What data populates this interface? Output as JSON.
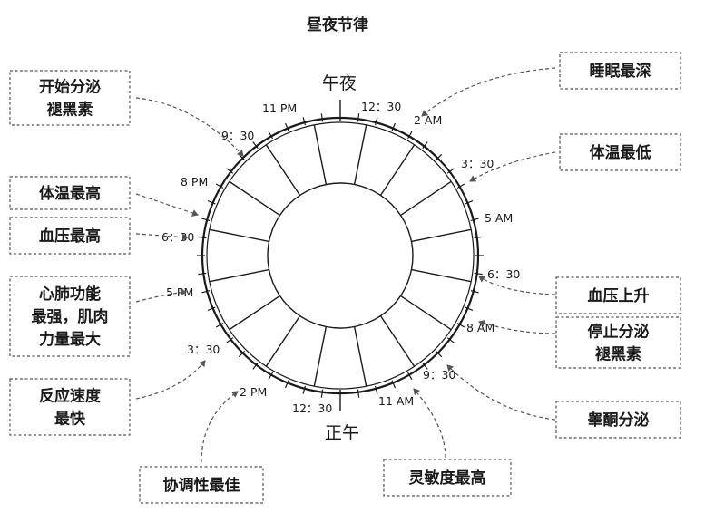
{
  "title": "昼夜节律",
  "top_label": "午夜",
  "bottom_label": "正午",
  "clock": {
    "midnight_label": "12：30",
    "noon_label": "12：30",
    "times": [
      {
        "id": "t-11pm",
        "label": "11 PM"
      },
      {
        "id": "t-2am",
        "label": "2 AM"
      },
      {
        "id": "t-930pm",
        "label": "9：30"
      },
      {
        "id": "t-330am",
        "label": "3：30"
      },
      {
        "id": "t-8pm",
        "label": "8 PM"
      },
      {
        "id": "t-5am",
        "label": "5 AM"
      },
      {
        "id": "t-630pm",
        "label": "6：30"
      },
      {
        "id": "t-630am",
        "label": "6：30"
      },
      {
        "id": "t-5pm",
        "label": "5 PM"
      },
      {
        "id": "t-8am",
        "label": "8 AM"
      },
      {
        "id": "t-330pm",
        "label": "3：30"
      },
      {
        "id": "t-930am",
        "label": "9：30"
      },
      {
        "id": "t-2pm",
        "label": "2 PM"
      },
      {
        "id": "t-11am",
        "label": "11 AM"
      }
    ]
  },
  "events": [
    {
      "id": "melatonin-start",
      "lines": [
        "开始分泌",
        "褪黑素"
      ]
    },
    {
      "id": "deepest-sleep",
      "lines": [
        "睡眠最深"
      ]
    },
    {
      "id": "lowest-temp",
      "lines": [
        "体温最低"
      ]
    },
    {
      "id": "highest-temp",
      "lines": [
        "体温最高"
      ]
    },
    {
      "id": "highest-bp",
      "lines": [
        "血压最高"
      ]
    },
    {
      "id": "cardio-muscle",
      "lines": [
        "心肺功能",
        "最强，肌肉",
        "力量最大"
      ]
    },
    {
      "id": "bp-rise",
      "lines": [
        "血压上升"
      ]
    },
    {
      "id": "melatonin-stop",
      "lines": [
        "停止分泌",
        "褪黑素"
      ]
    },
    {
      "id": "reaction-speed",
      "lines": [
        "反应速度",
        "最快"
      ]
    },
    {
      "id": "testosterone",
      "lines": [
        "睾酮分泌"
      ]
    },
    {
      "id": "coordination",
      "lines": [
        "协调性最佳"
      ]
    },
    {
      "id": "alertness",
      "lines": [
        "灵敏度最高"
      ]
    }
  ]
}
